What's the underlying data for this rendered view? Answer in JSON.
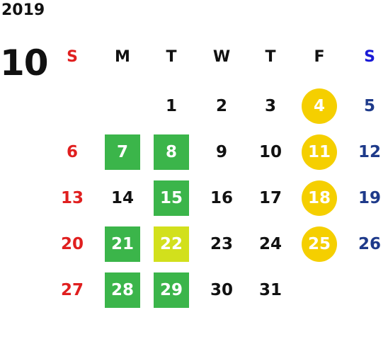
{
  "calendar": {
    "year": "2019",
    "month": "10",
    "weekdays": [
      "S",
      "M",
      "T",
      "W",
      "T",
      "F",
      "S"
    ],
    "weeks": [
      [
        "",
        "",
        "1",
        "2",
        "3",
        "4",
        "5"
      ],
      [
        "6",
        "7",
        "8",
        "9",
        "10",
        "11",
        "12"
      ],
      [
        "13",
        "14",
        "15",
        "16",
        "17",
        "18",
        "19"
      ],
      [
        "20",
        "21",
        "22",
        "23",
        "24",
        "25",
        "26"
      ],
      [
        "27",
        "28",
        "29",
        "30",
        "31",
        "",
        ""
      ]
    ]
  },
  "colors": {
    "sunday": "#e01f1f",
    "saturday": "#1e3a8a",
    "saturday_header": "#1a1ad6",
    "green_highlight": "#3bb54a",
    "lime_highlight": "#d2e01c",
    "yellow_circle": "#f5cf00"
  }
}
